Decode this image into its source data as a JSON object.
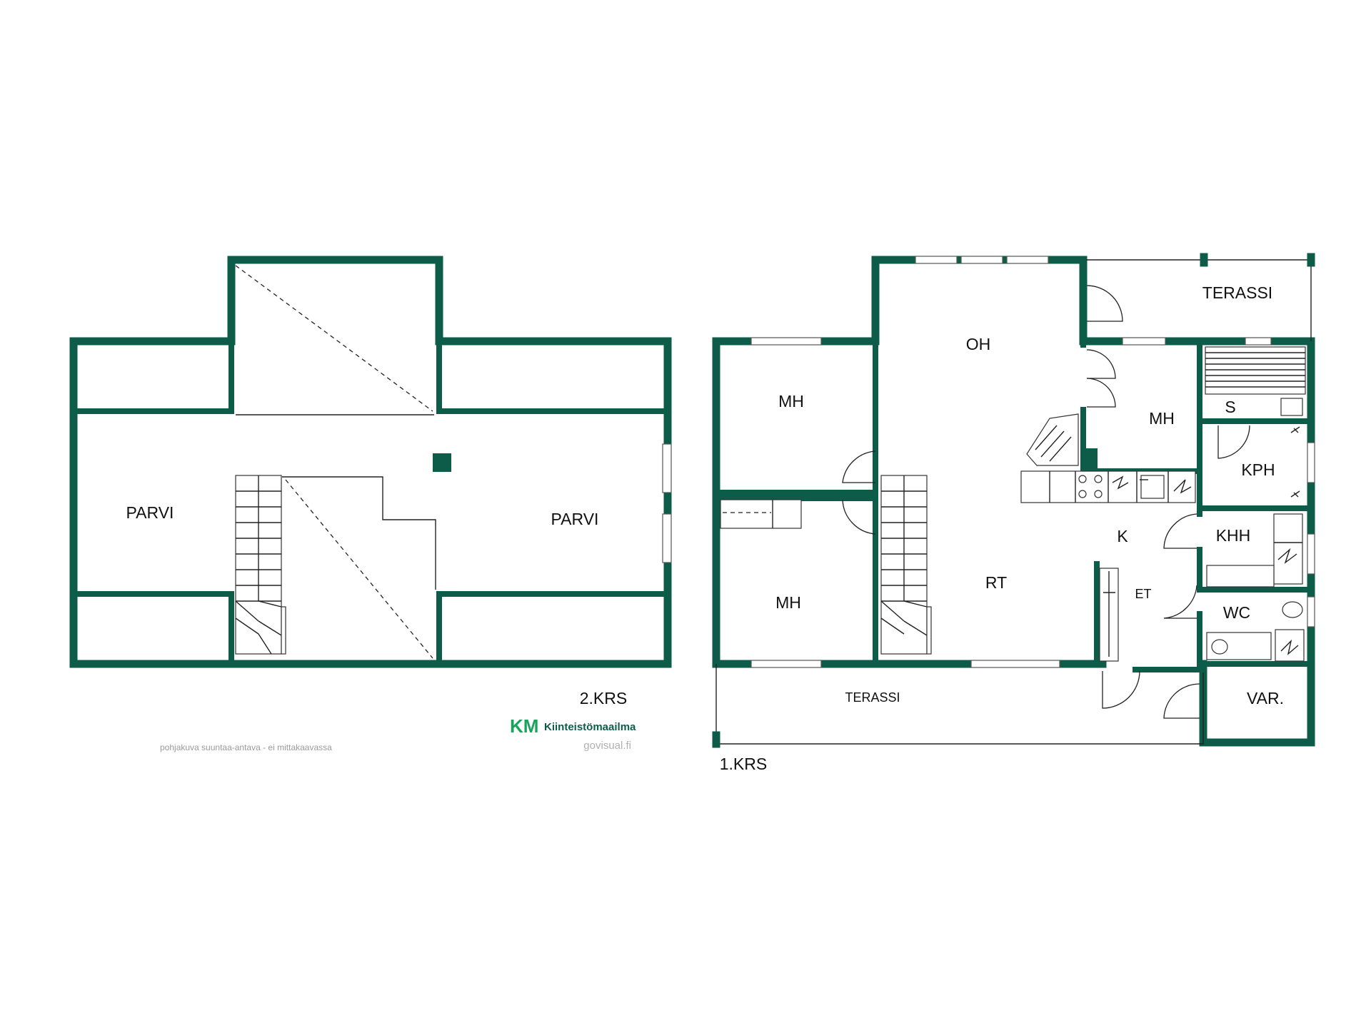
{
  "floor2": {
    "label": "2.KRS",
    "rooms": [
      "PARVI",
      "PARVI"
    ]
  },
  "floor1": {
    "label": "1.KRS",
    "rooms": {
      "oh": "OH",
      "terassi_top": "TERASSI",
      "mh_left_top": "MH",
      "mh_left_bottom": "MH",
      "mh_right": "MH",
      "s": "S",
      "kph": "KPH",
      "k": "K",
      "khh": "KHH",
      "rt": "RT",
      "et": "ET",
      "wc": "WC",
      "terassi_bottom": "TERASSI",
      "var": "VAR."
    }
  },
  "footer": {
    "disclaimer": "pohjakuva suuntaa-antava - ei mittakaavassa",
    "brand_km": "KM",
    "brand_name": "Kiinteistömaailma",
    "credit": "govisual.fi"
  },
  "colors": {
    "wall": "#0d5c49",
    "brand_green": "#1aa35b"
  }
}
